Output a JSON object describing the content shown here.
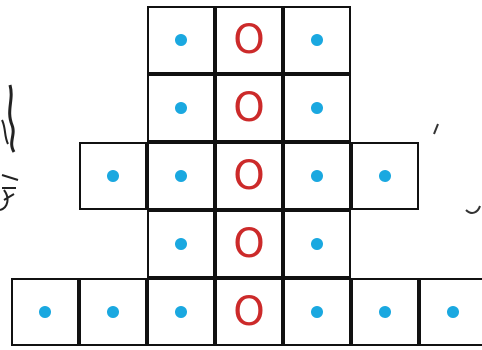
{
  "colors": {
    "dot": "#1aa8e0",
    "letter": "#cc2a2a",
    "grid": "#111111"
  },
  "grid": {
    "rows": [
      {
        "cells": [
          "dot",
          "O",
          "dot"
        ]
      },
      {
        "cells": [
          "dot",
          "O",
          "dot"
        ]
      },
      {
        "cells": [
          "dot",
          "dot",
          "O",
          "dot",
          "dot"
        ]
      },
      {
        "cells": [
          "dot",
          "O",
          "dot"
        ]
      },
      {
        "cells": [
          "dot",
          "dot",
          "dot",
          "O",
          "dot",
          "dot",
          "dot"
        ]
      }
    ]
  },
  "decorations": [
    "cat-sketch-left",
    "hand-stroke-right"
  ]
}
